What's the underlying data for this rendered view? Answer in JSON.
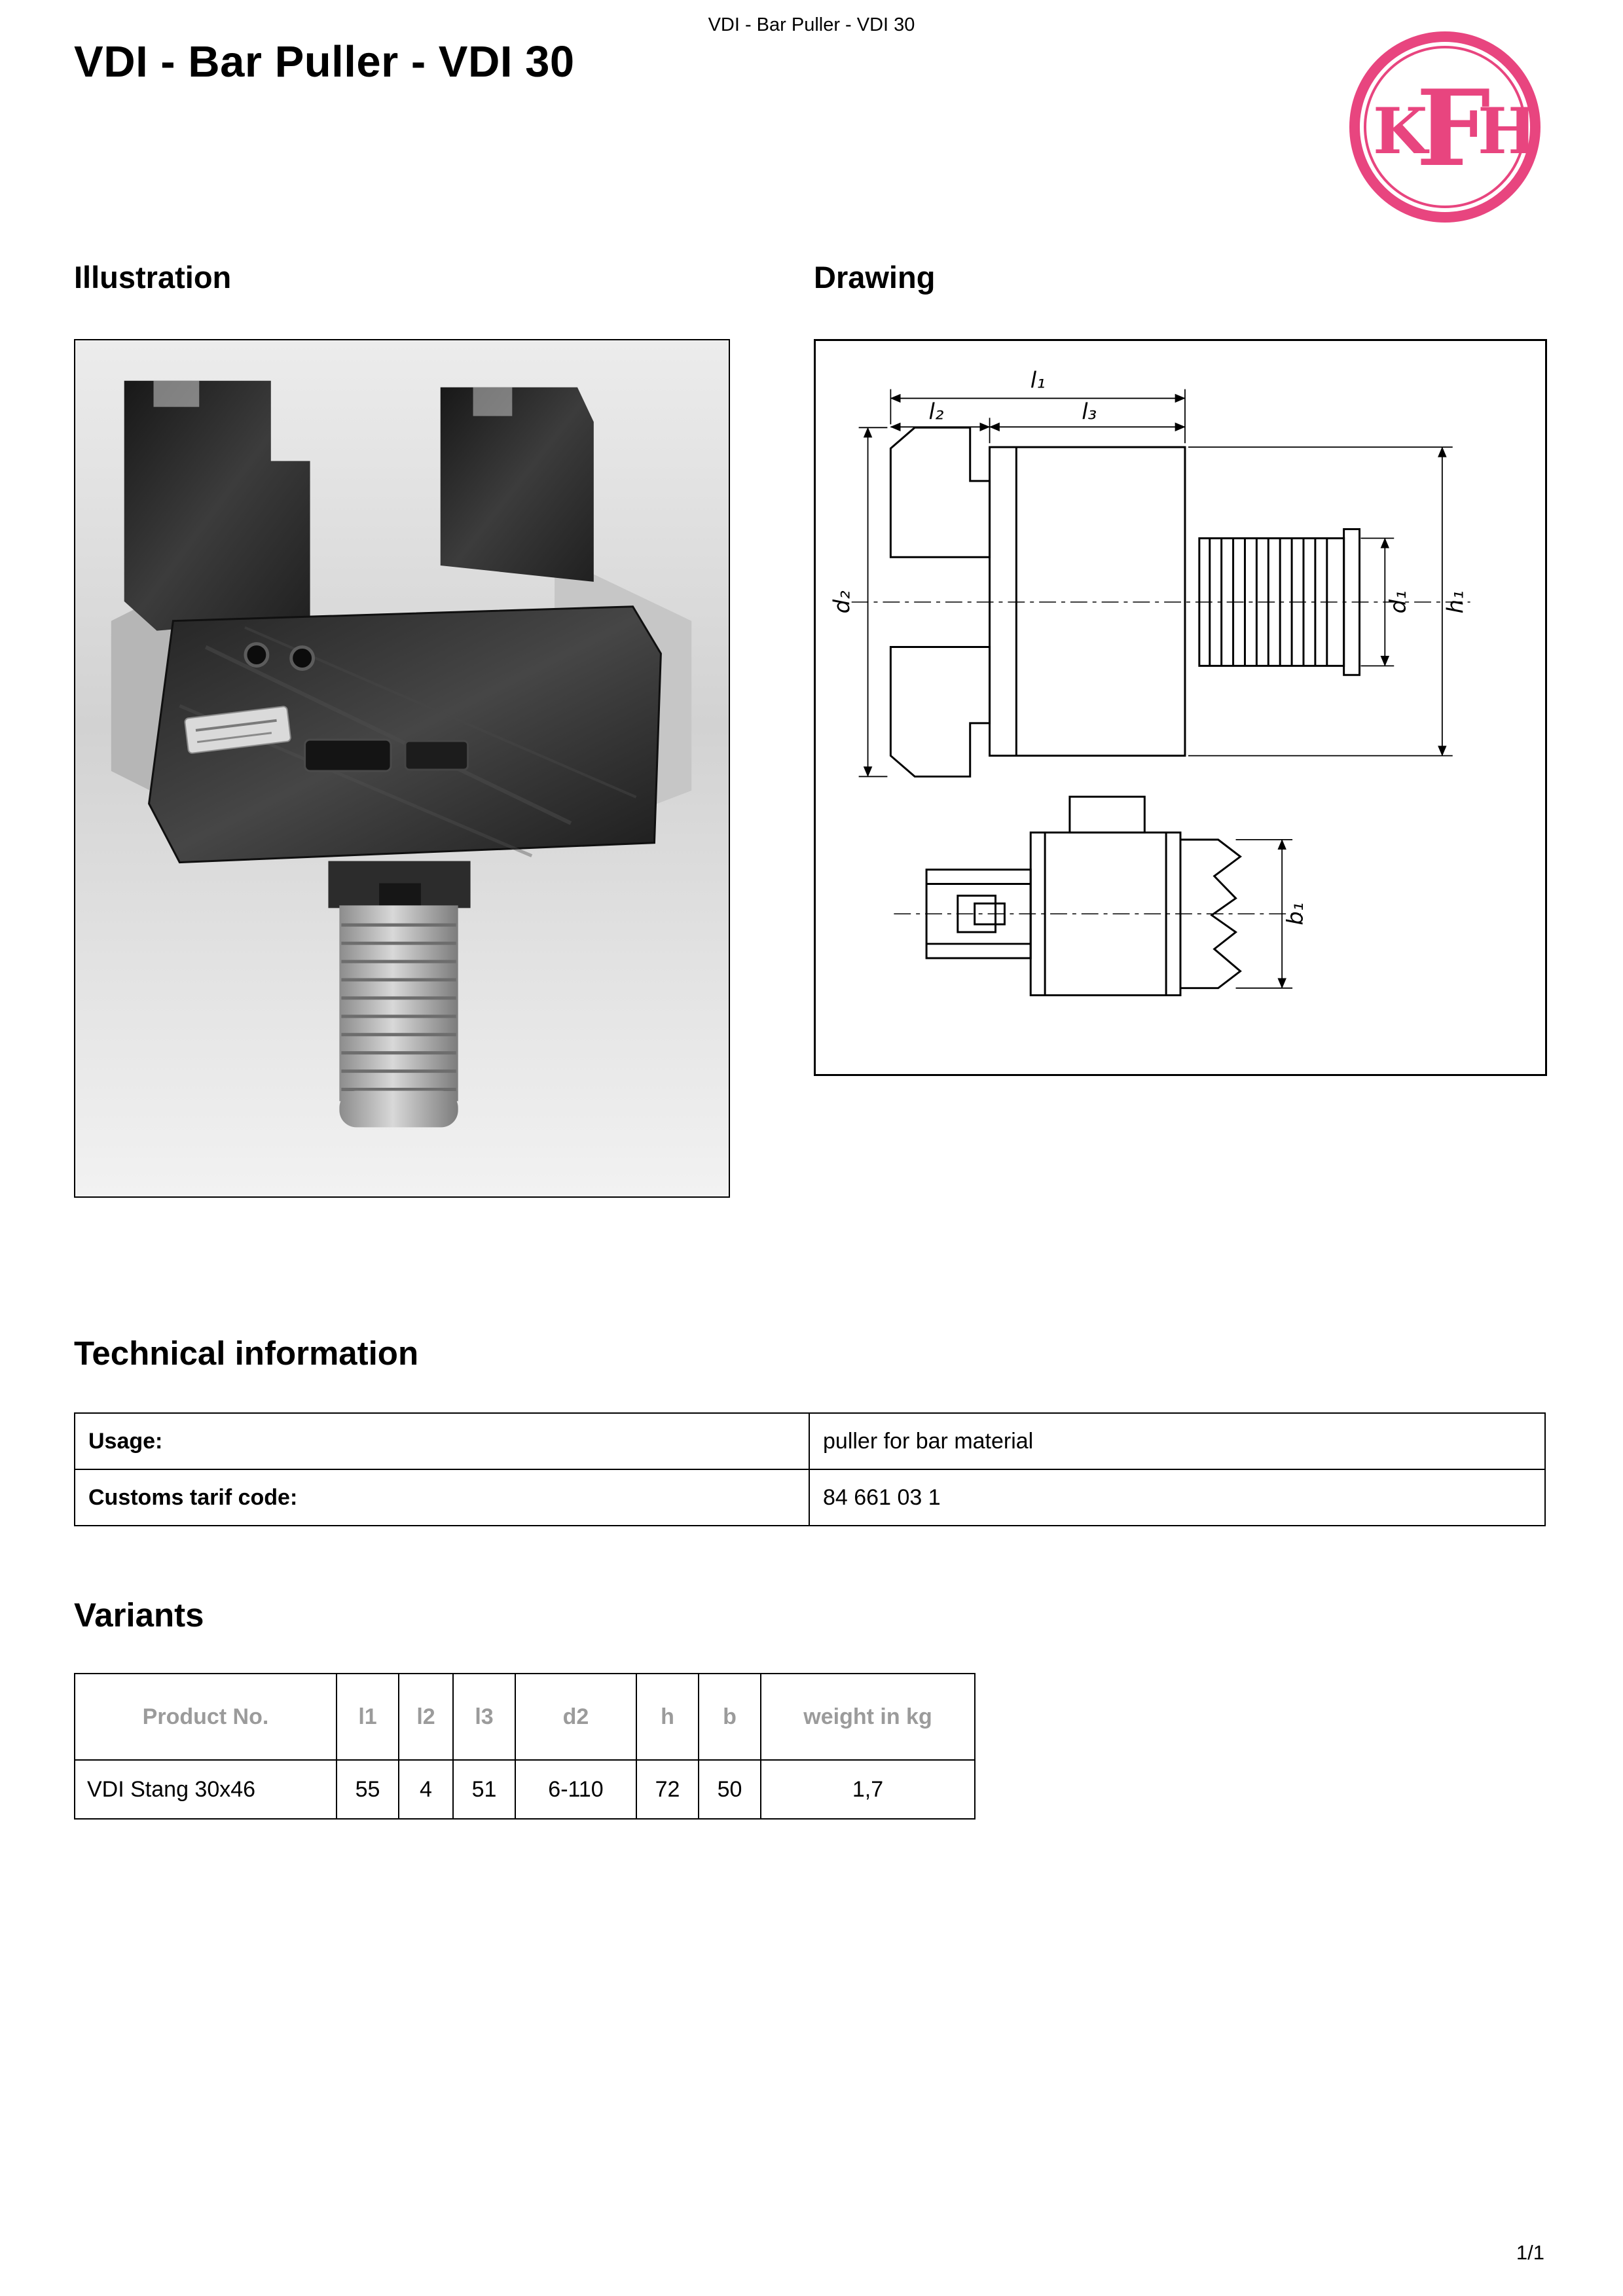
{
  "document": {
    "header_title": "VDI - Bar Puller - VDI 30",
    "page_title": "VDI - Bar Puller - VDI 30",
    "page_number": "1/1"
  },
  "logo": {
    "letters": {
      "k": "K",
      "f": "F",
      "h": "H"
    },
    "color": "#e8457f"
  },
  "colors": {
    "table_header_gray": "#9b9b9b",
    "line_black": "#000000"
  },
  "sections": {
    "illustration": {
      "heading": "Illustration"
    },
    "drawing": {
      "heading": "Drawing"
    },
    "technical": {
      "heading": "Technical information"
    },
    "variants": {
      "heading": "Variants"
    }
  },
  "drawing": {
    "labels": {
      "l1": "l₁",
      "l2": "l₂",
      "l3": "l₃",
      "d2": "d₂",
      "d1": "d₁",
      "h1": "h₁",
      "b1": "b₁"
    }
  },
  "technical_table": {
    "rows": [
      {
        "label": "Usage:",
        "value": "puller for bar material"
      },
      {
        "label": "Customs tarif code:",
        "value": "84 661 03 1"
      }
    ]
  },
  "variants_table": {
    "headers": [
      "Product No.",
      "l1",
      "l2",
      "l3",
      "d2",
      "h",
      "b",
      "weight in kg"
    ],
    "rows": [
      {
        "product_no": "VDI Stang 30x46",
        "l1": "55",
        "l2": "4",
        "l3": "51",
        "d2": "6-110",
        "h": "72",
        "b": "50",
        "weight": "1,7"
      }
    ]
  }
}
